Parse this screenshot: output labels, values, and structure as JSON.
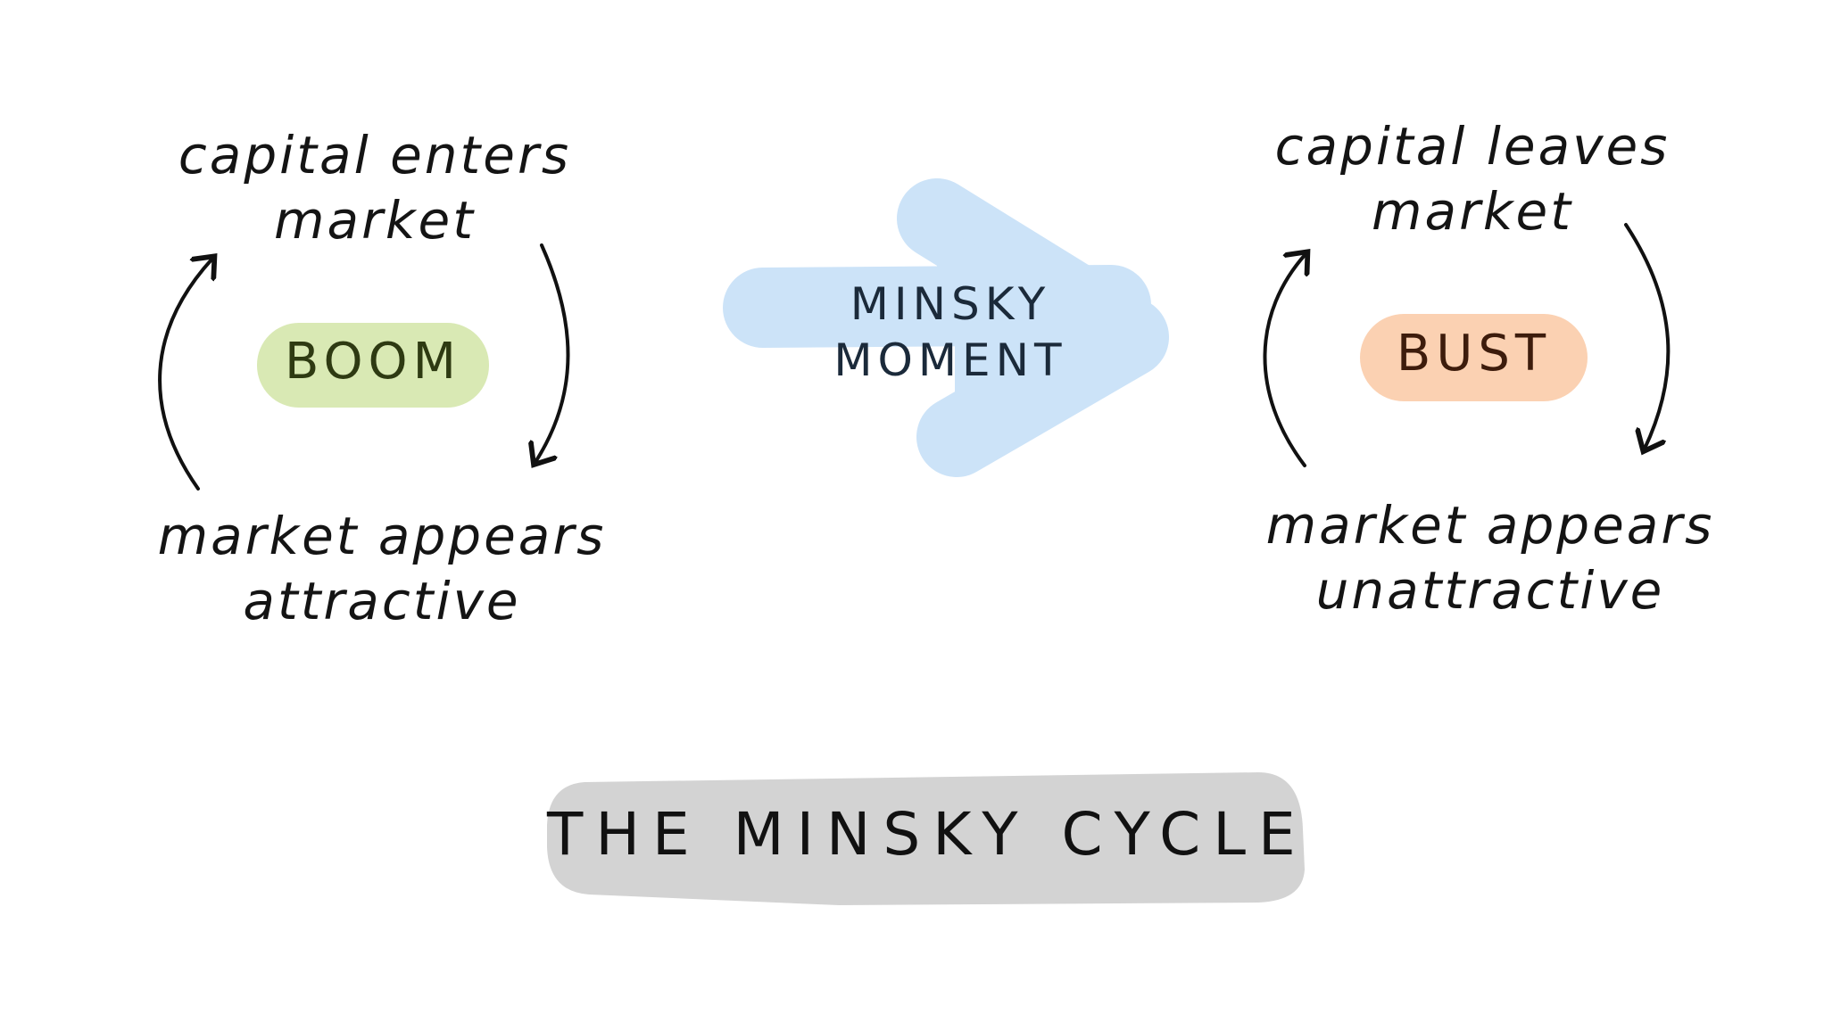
{
  "left_cycle": {
    "top_line1": "capital enters",
    "top_line2": "market",
    "bottom_line1": "market appears",
    "bottom_line2": "attractive",
    "state": "BOOM"
  },
  "transition": {
    "line1": "MINSKY",
    "line2": "MOMENT"
  },
  "right_cycle": {
    "top_line1": "capital leaves",
    "top_line2": "market",
    "bottom_line1": "market appears",
    "bottom_line2": "unattractive",
    "state": "BUST"
  },
  "title": "THE MINSKY CYCLE",
  "colors": {
    "boom_fill": "#d9e9b4",
    "bust_fill": "#fbd1b2",
    "transition_arrow": "#cce3f8",
    "title_fill": "#d3d3d3",
    "ink": "#111111"
  },
  "icons": {
    "cycle_arrows": "curved-arrow-icon",
    "transition": "arrow-right-icon"
  }
}
